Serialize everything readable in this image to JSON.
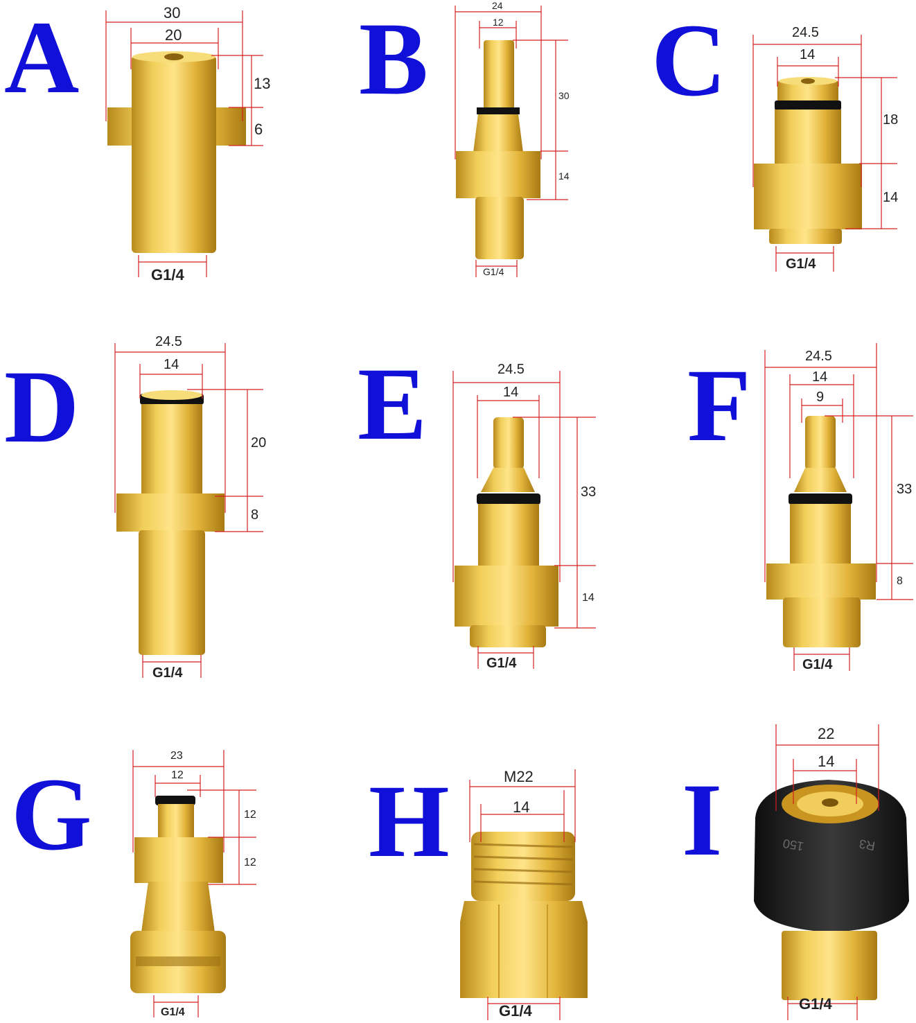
{
  "colors": {
    "letter": "#1010d8",
    "brass": "#e8bf3f",
    "brass_dark": "#b8891c",
    "dimension_line": "#d42020",
    "seal": "#111111",
    "black_nut": "#1c1c1c"
  },
  "adapters": [
    {
      "letter": "A",
      "widths": [
        "30",
        "20"
      ],
      "heights": [
        "13",
        "6"
      ],
      "thread": "G1/4"
    },
    {
      "letter": "B",
      "widths": [
        "24",
        "12"
      ],
      "heights": [
        "30",
        "14"
      ],
      "thread": "G1/4"
    },
    {
      "letter": "C",
      "widths": [
        "24.5",
        "14"
      ],
      "heights": [
        "18",
        "14"
      ],
      "thread": "G1/4"
    },
    {
      "letter": "D",
      "widths": [
        "24.5",
        "14"
      ],
      "heights": [
        "20",
        "8"
      ],
      "thread": "G1/4"
    },
    {
      "letter": "E",
      "widths": [
        "24.5",
        "14"
      ],
      "heights": [
        "33",
        "14"
      ],
      "thread": "G1/4"
    },
    {
      "letter": "F",
      "widths": [
        "24.5",
        "14",
        "9"
      ],
      "heights": [
        "33",
        "8"
      ],
      "thread": "G1/4"
    },
    {
      "letter": "G",
      "widths": [
        "23",
        "12"
      ],
      "heights": [
        "12",
        "12"
      ],
      "thread": "G1/4"
    },
    {
      "letter": "H",
      "widths": [
        "M22",
        "14"
      ],
      "heights": [],
      "thread": "G1/4"
    },
    {
      "letter": "I",
      "widths": [
        "22",
        "14"
      ],
      "heights": [],
      "thread": "G1/4"
    }
  ],
  "nut_markings": [
    "150",
    "R3"
  ]
}
